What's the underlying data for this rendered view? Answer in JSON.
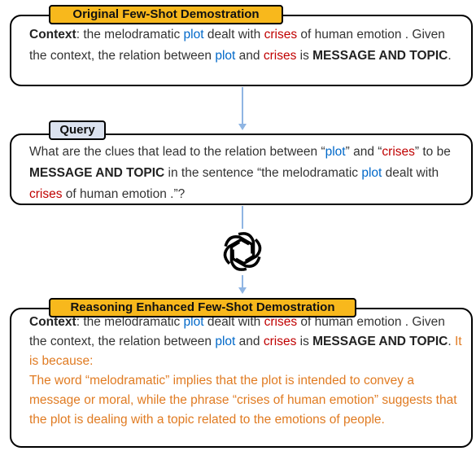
{
  "box1": {
    "tag": "Original Few-Shot Demostration",
    "context_label": "Context",
    "t1": ": the melodramatic ",
    "plot": "plot",
    "t2": " dealt with ",
    "crises": "crises",
    "t3": " of human emotion . Given the context, the relation between ",
    "t4": " and ",
    "t5": " is ",
    "relation": "MESSAGE AND TOPIC",
    "t6": "."
  },
  "box2": {
    "tag": "Query",
    "t1": "What are the clues that lead to the relation between “",
    "plot": "plot",
    "t2": "” and “",
    "crises": "crises",
    "t3": "” to be ",
    "relation": "MESSAGE AND TOPIC",
    "t4": " in the sentence “the melodramatic ",
    "t5": " dealt with ",
    "t6": " of human emotion .”?"
  },
  "box3": {
    "tag": "Reasoning Enhanced Few-Shot Demostration",
    "context_label": "Context",
    "t1": ": the melodramatic ",
    "plot": "plot",
    "t2": " dealt with ",
    "crises": "crises",
    "t3": " of human emotion . Given the context, the relation between ",
    "t4": " and ",
    "t5": " is ",
    "relation": "MESSAGE AND TOPIC",
    "t6": ".",
    "because": " It is because:",
    "reasoning": "The word “melodramatic” implies that the plot is intended to convey a message or moral, while the phrase “crises of human emotion” suggests that the plot is dealing with a topic related to the emotions of people."
  },
  "colors": {
    "tag": "#f8b81c",
    "query_tag": "#dbe2ef",
    "entity1": "#0068c9",
    "entity2": "#c00000",
    "reasoning": "#e07b22",
    "arrow": "#8fb5e3"
  },
  "icons": {
    "model": "openai-logo-icon"
  }
}
